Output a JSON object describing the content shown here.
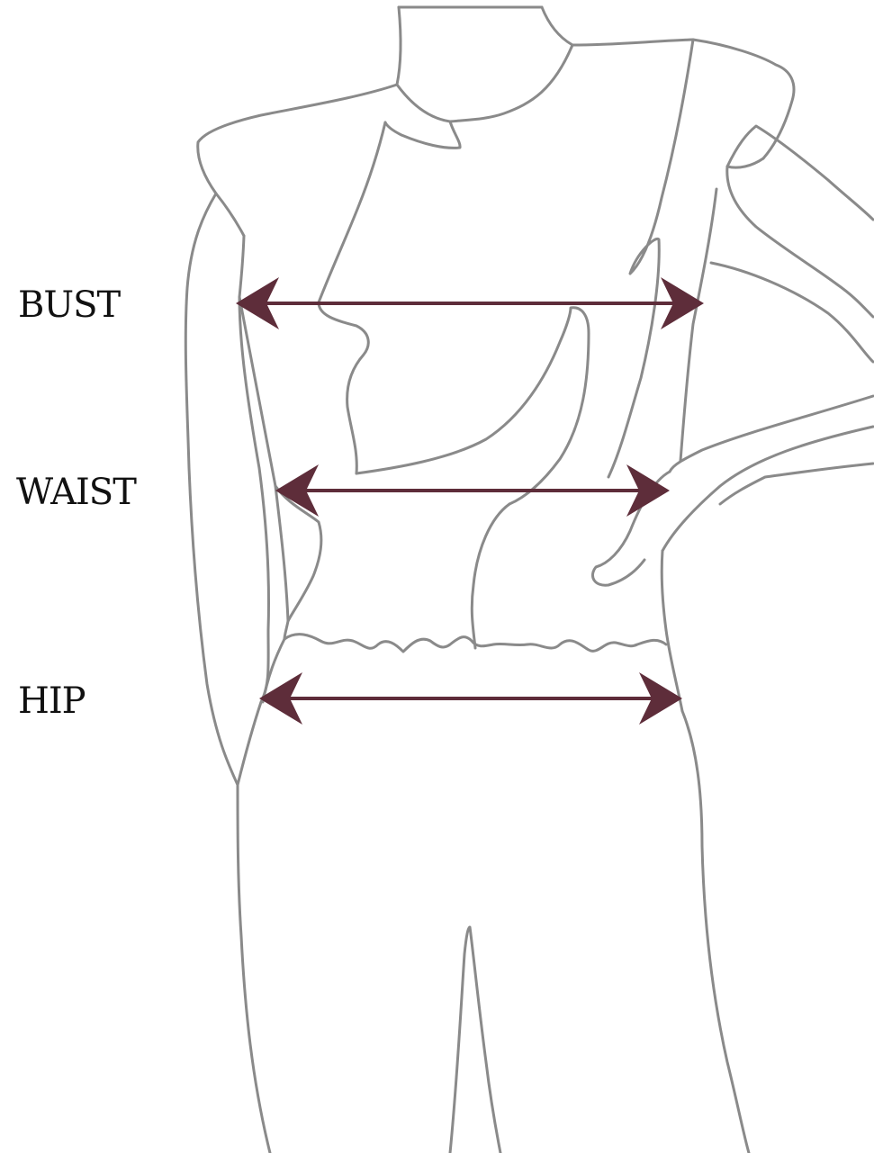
{
  "diagram": {
    "measurements": [
      {
        "id": "bust",
        "label": "BUST"
      },
      {
        "id": "waist",
        "label": "WAIST"
      },
      {
        "id": "hip",
        "label": "HIP"
      }
    ]
  },
  "colors": {
    "outline": "#8a8a8a",
    "arrow": "#5e2d3a",
    "label": "#111111",
    "background": "#ffffff"
  }
}
